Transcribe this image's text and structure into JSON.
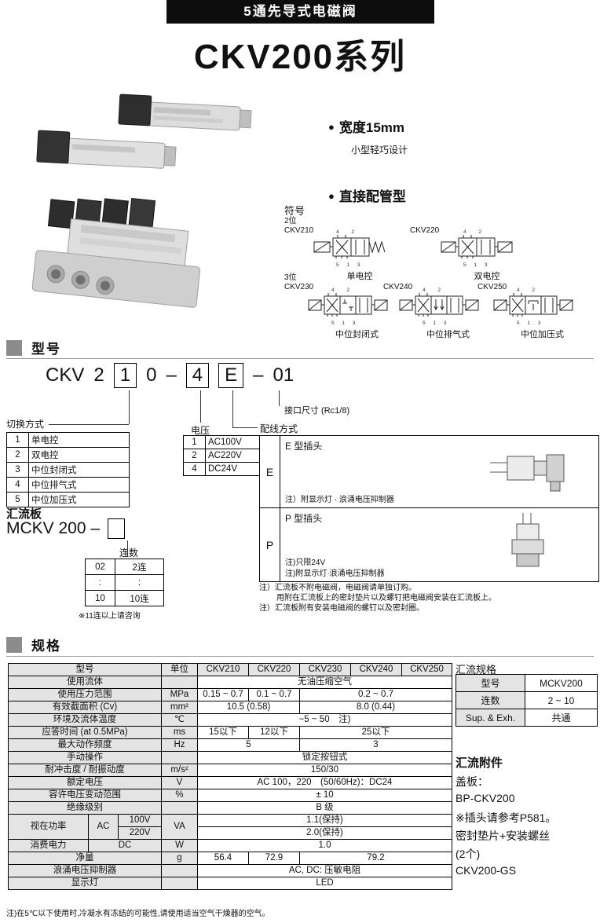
{
  "header": {
    "subtitle": "5通先导式电磁阀",
    "title": "CKV200系列"
  },
  "features": {
    "bullet": "●",
    "f1_title": "宽度15mm",
    "f1_sub": "小型轻巧设计",
    "f2_title": "直接配管型"
  },
  "symbols": {
    "label": "符号",
    "ports": {
      "top": "4 2",
      "bottom": "5 1 3"
    },
    "s210": {
      "pos": "2位",
      "model": "CKV210",
      "caption": "单电控"
    },
    "s220": {
      "model": "CKV220",
      "caption": "双电控"
    },
    "s230": {
      "pos": "3位",
      "model": "CKV230",
      "caption": "中位封闭式"
    },
    "s240": {
      "model": "CKV240",
      "caption": "中位排气式"
    },
    "s250": {
      "model": "CKV250",
      "caption": "中位加压式"
    }
  },
  "model": {
    "heading": "型号",
    "code": {
      "c1": "CKV",
      "c2": "2",
      "c3": "1",
      "c4": "0",
      "d1": "–",
      "c5": "4",
      "c6": "E",
      "d2": "–",
      "c7": "01"
    },
    "labels": {
      "switch": "切换方式",
      "voltage": "电压",
      "port": "接口尺寸 (Rc1/8)",
      "wiring": "配线方式"
    },
    "switch_rows": [
      {
        "k": "1",
        "v": "单电控"
      },
      {
        "k": "2",
        "v": "双电控"
      },
      {
        "k": "3",
        "v": "中位封闭式"
      },
      {
        "k": "4",
        "v": "中位排气式"
      },
      {
        "k": "5",
        "v": "中位加压式"
      }
    ],
    "voltage_rows": [
      {
        "k": "1",
        "v": "AC100V"
      },
      {
        "k": "2",
        "v": "AC220V"
      },
      {
        "k": "4",
        "v": "DC24V"
      }
    ],
    "wiring": {
      "e_key": "E",
      "e_name": "E 型插头",
      "e_note": "注）附显示灯 · 浪涌电压抑制器",
      "p_key": "P",
      "p_name": "P 型插头",
      "p_note1": "注)只限24V",
      "p_note2": "注)附显示灯·浪涌电压抑制器"
    },
    "manifold": {
      "label": "汇流板",
      "code_prefix": "MCKV  200  –",
      "count_label": "连数",
      "count_rows": [
        {
          "k": "02",
          "v": "2连"
        },
        {
          "k": ":",
          "v": ":"
        },
        {
          "k": "10",
          "v": "10连"
        }
      ],
      "count_note": "※11连以上请咨询"
    },
    "manifold_notes": [
      "注）汇流板不附电磁阀，电磁阀请单独订购。",
      "用附在汇流板上的密封垫片以及螺钉把电磁阀安装在汇流板上。",
      "注）汇流板附有安装电磁阀的螺钉以及密封圈。"
    ]
  },
  "specs": {
    "heading": "规格",
    "table": {
      "h_model": "型号",
      "h_unit": "单位",
      "h_cols": [
        "CKV210",
        "CKV220",
        "CKV230",
        "CKV240",
        "CKV250"
      ],
      "fluid": {
        "label": "使用流体",
        "value": "无油压缩空气"
      },
      "pressure": {
        "label": "使用压力范围",
        "unit": "MPa",
        "v1": "0.15 ~ 0.7",
        "v2": "0.1 ~ 0.7",
        "v3": "0.2 ~ 0.7"
      },
      "cv": {
        "label": "有效截面积 (Cv)",
        "unit": "mm²",
        "v1": "10.5 (0.58)",
        "v2": "8.0 (0.44)"
      },
      "temp": {
        "label": "环境及流体温度",
        "unit": "℃",
        "value": "−5 ~ 50　注)"
      },
      "response": {
        "label": "应答时间 (at 0.5MPa)",
        "unit": "ms",
        "v1": "15以下",
        "v2": "12以下",
        "v3": "25以下"
      },
      "freq": {
        "label": "最大动作频度",
        "unit": "Hz",
        "v1": "5",
        "v2": "3"
      },
      "manual": {
        "label": "手动操作",
        "value": "锁定按钮式"
      },
      "shock": {
        "label": "耐冲击度 / 耐振动度",
        "unit": "m/s²",
        "value": "150/30"
      },
      "voltage": {
        "label": "额定电压",
        "unit": "V",
        "value": "AC 100，220　(50/60Hz)：DC24"
      },
      "volt_range": {
        "label": "容许电压变动范围",
        "unit": "%",
        "value": "± 10"
      },
      "insulation": {
        "label": "绝缘级别",
        "value": "B 级"
      },
      "power_ac": {
        "label": "视在功率",
        "sub": "AC",
        "r1": "100V",
        "r2": "220V",
        "unit": "VA",
        "v1": "1.1(保持)",
        "v2": "2.0(保持)"
      },
      "power_dc": {
        "label": "消费电力",
        "sub": "DC",
        "unit": "W",
        "value": "1.0"
      },
      "weight": {
        "label": "净量",
        "unit": "g",
        "v1": "56.4",
        "v2": "72.9",
        "v3": "79.2"
      },
      "surge": {
        "label": "浪涌电压抑制器",
        "value": "AC, DC: 压敏电阻"
      },
      "lamp": {
        "label": "显示灯",
        "value": "LED"
      }
    },
    "manifold_spec": {
      "title": "汇流规格",
      "r1k": "型号",
      "r1v": "MCKV200",
      "r2k": "连数",
      "r2v": "2 ~ 10",
      "r3k": "Sup. & Exh.",
      "r3v": "共通"
    },
    "accessories": {
      "title": "汇流附件",
      "l1": "盖板：",
      "l2": "BP-CKV200",
      "l3": "※插头请参考P581。",
      "l4": "密封垫片+安装螺丝",
      "l5": "(2个)",
      "l6": "CKV200-GS"
    },
    "footnote": "注)在5℃以下使用时,冷凝水有冻结的可能性,请使用适当空气干燥器的空气。"
  }
}
